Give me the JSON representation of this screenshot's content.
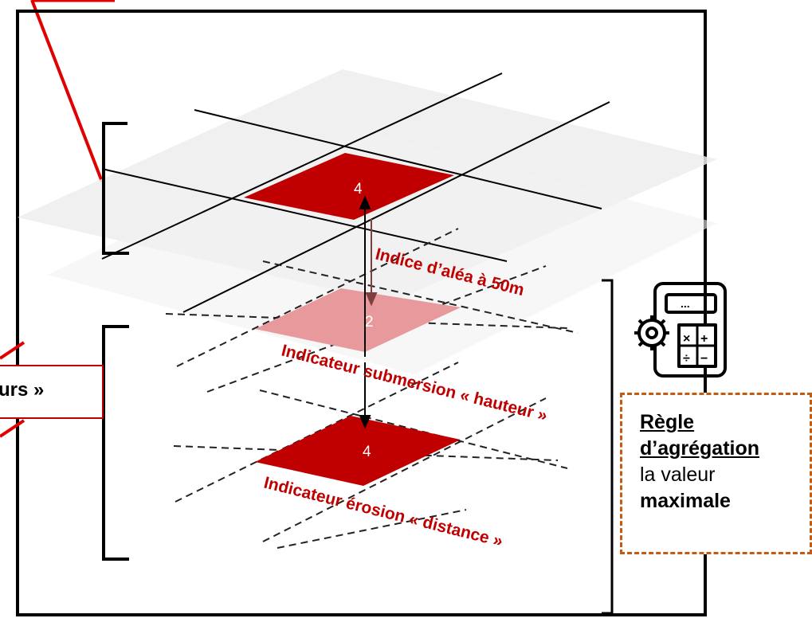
{
  "top_cell": {
    "value": "4"
  },
  "middle_cell": {
    "value": "2"
  },
  "bottom_cell": {
    "value": "4"
  },
  "labels": {
    "hazard_index": "Indice d’aléa à 50m",
    "submersion": "Indicateur submersion « hauteur »",
    "erosion": "Indicateur érosion « distance »"
  },
  "left_callout": {
    "text": "urs »"
  },
  "aggregation_rule": {
    "title_line1": "Règle",
    "title_line2": "d’agrégation",
    "line3": "la valeur",
    "line4": "maximale"
  },
  "icons": {
    "calculator": "calculator-gear-icon"
  },
  "colors": {
    "cell_red": "#c00000",
    "cell_pink": "#e8999b",
    "annotation_red": "#c00000",
    "rule_border": "#c55a11",
    "plane_grey": "#ededed"
  }
}
